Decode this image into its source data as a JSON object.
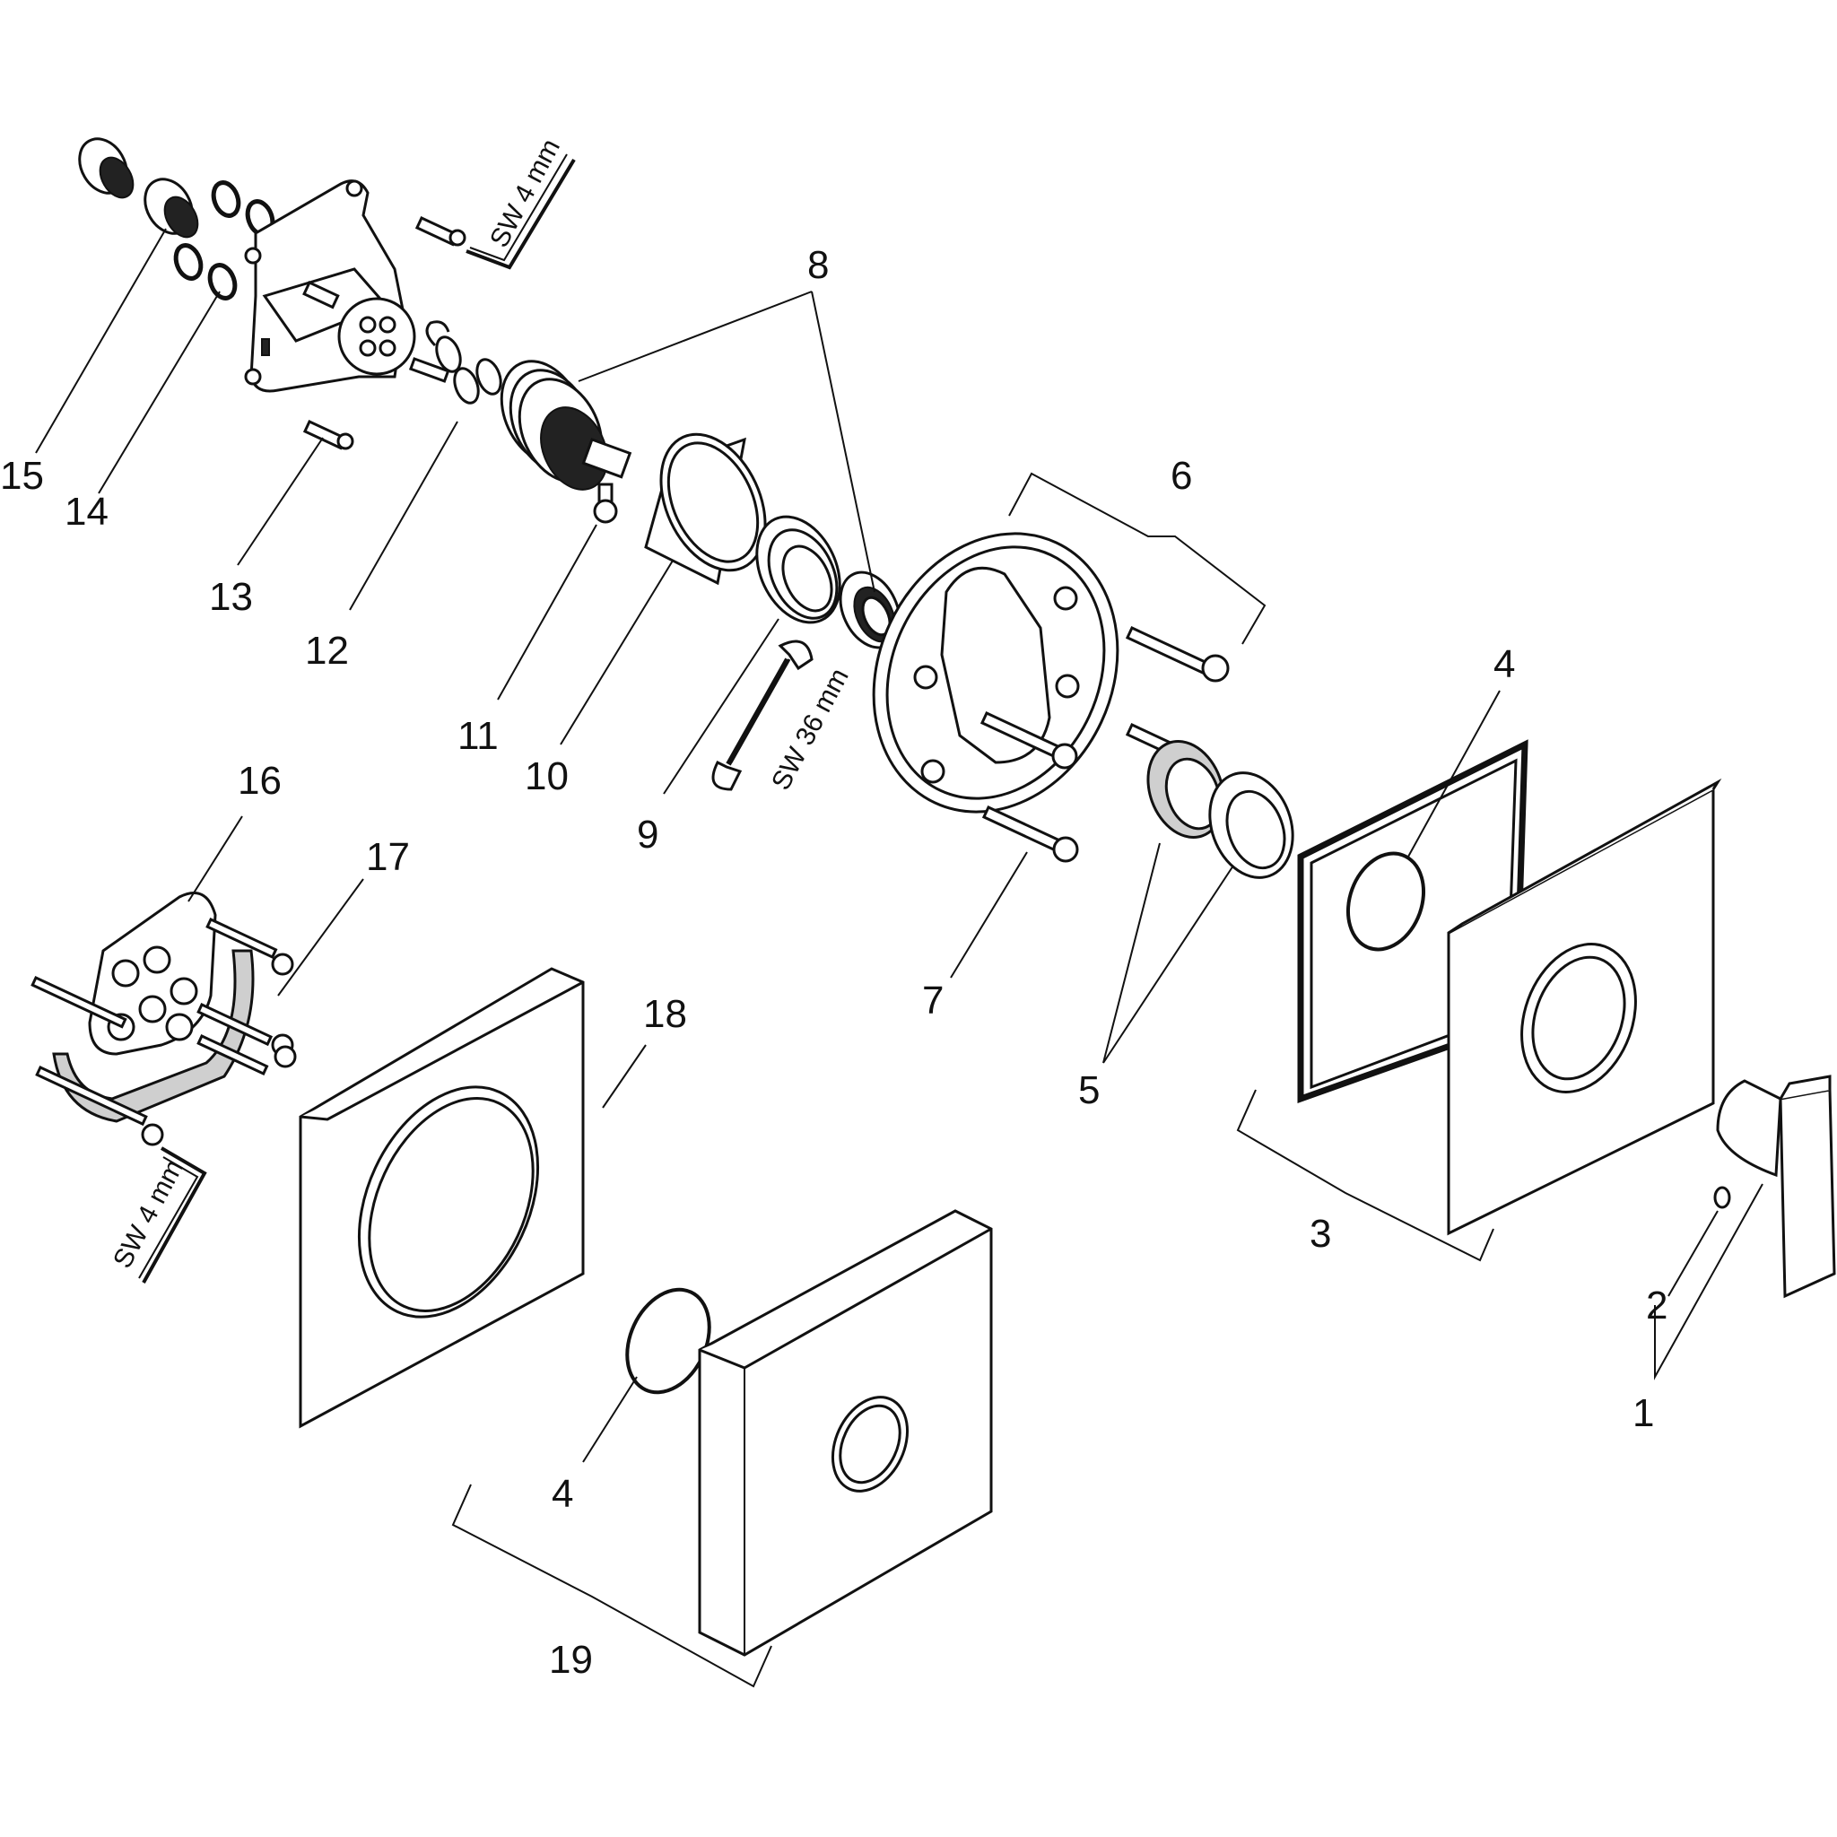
{
  "callouts": [
    {
      "id": "1",
      "text": "1"
    },
    {
      "id": "2",
      "text": "2"
    },
    {
      "id": "3",
      "text": "3"
    },
    {
      "id": "4a",
      "text": "4"
    },
    {
      "id": "4b",
      "text": "4"
    },
    {
      "id": "5",
      "text": "5"
    },
    {
      "id": "6",
      "text": "6"
    },
    {
      "id": "7",
      "text": "7"
    },
    {
      "id": "8",
      "text": "8"
    },
    {
      "id": "9",
      "text": "9"
    },
    {
      "id": "10",
      "text": "10"
    },
    {
      "id": "11",
      "text": "11"
    },
    {
      "id": "12",
      "text": "12"
    },
    {
      "id": "13",
      "text": "13"
    },
    {
      "id": "14",
      "text": "14"
    },
    {
      "id": "15",
      "text": "15"
    },
    {
      "id": "16",
      "text": "16"
    },
    {
      "id": "17",
      "text": "17"
    },
    {
      "id": "18",
      "text": "18"
    },
    {
      "id": "19",
      "text": "19"
    }
  ],
  "tool_labels": {
    "hex_key_top": "SW 4 mm",
    "wrench": "SW 36 mm",
    "hex_key_bottom": "SW 4 mm"
  }
}
